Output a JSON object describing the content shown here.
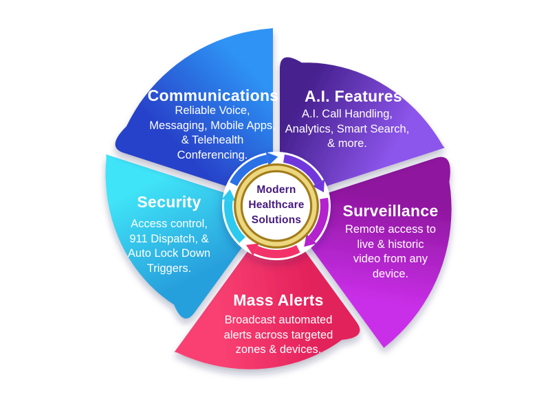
{
  "center": {
    "line1": "Modern",
    "line2": "Healthcare",
    "line3": "Solutions",
    "text_color": "#44187E",
    "gold_dark": "#A37D1E",
    "gold_light": "#EDD77E"
  },
  "segments": [
    {
      "id": "communications",
      "label": "Communications",
      "description": "Reliable Voice,\nMessaging, Mobile Apps,\n&  Telehealth\nConferencing.",
      "color_dark": "#2843CA",
      "color_bright": "#2E93F4",
      "arrow_color": "#2B6FE6"
    },
    {
      "id": "ai-features",
      "label": "A.I. Features",
      "description": "A.I. Call Handling,\nAnalytics, Smart Search,\n& more.",
      "color_dark": "#47218F",
      "color_bright": "#8C55EB",
      "arrow_color": "#7038DC"
    },
    {
      "id": "surveillance",
      "label": "Surveillance",
      "description": "Remote access to\nlive & historic\nvideo from any\ndevice.",
      "color_dark": "#8F169E",
      "color_bright": "#C92FE8",
      "arrow_color": "#B322CC"
    },
    {
      "id": "mass-alerts",
      "label": "Mass Alerts",
      "description": "Broadcast automated\nalerts across targeted\nzones & devices.",
      "color_dark": "#E2205A",
      "color_bright": "#FA4173",
      "arrow_color": "#F23067"
    },
    {
      "id": "security",
      "label": "Security",
      "description": "Access control,\n911 Dispatch, &\nAuto Lock Down\nTriggers.",
      "color_dark": "#28A0DC",
      "color_bright": "#40E4F8",
      "arrow_color": "#2FC9EE"
    }
  ]
}
